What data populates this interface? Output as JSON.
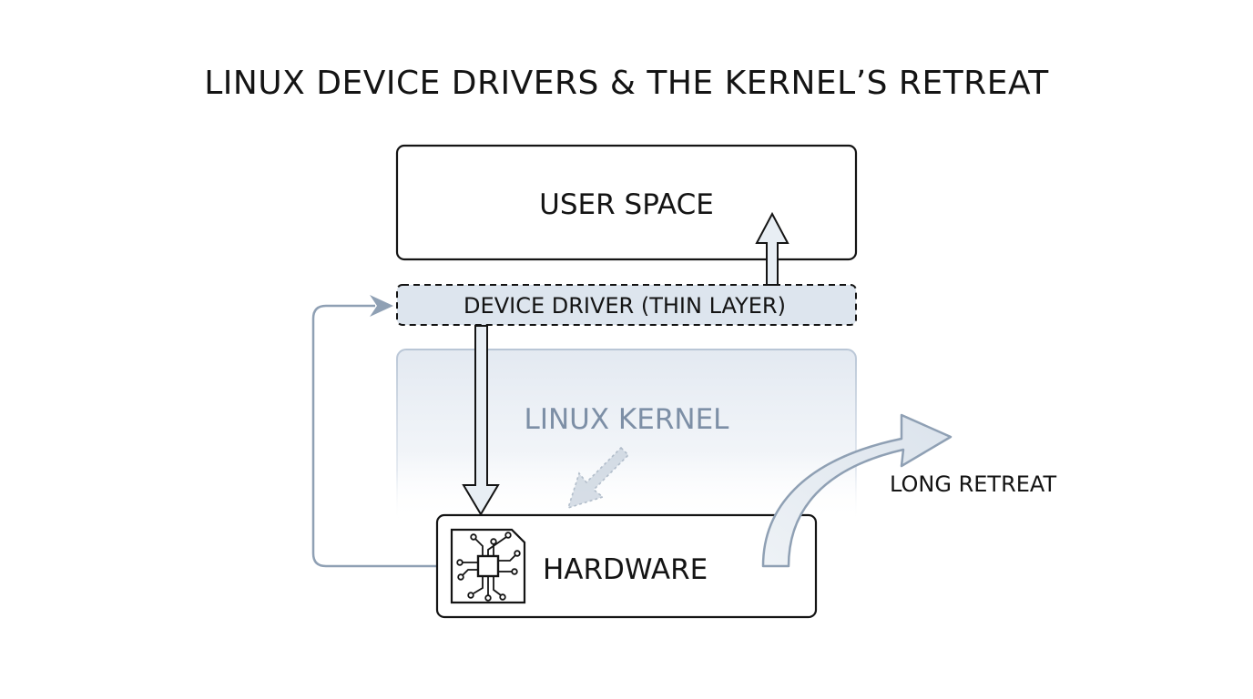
{
  "title": "LINUX DEVICE DRIVERS & THE KERNEL’S RETREAT",
  "layers": {
    "user_space": "USER SPACE",
    "device_driver": "DEVICE DRIVER (THIN LAYER)",
    "kernel": "LINUX KERNEL",
    "hardware": "HARDWARE"
  },
  "annotations": {
    "retreat": "LONG RETREAT"
  },
  "colors": {
    "ink": "#141414",
    "driver_fill": "#dde5ee",
    "kernel_fill": "#e6ecf3",
    "kernel_text": "#7d8fa6",
    "arrow_blue": "#8fa0b4",
    "arrow_fill": "#e8eef4"
  },
  "icons": {
    "hardware": "circuit-chip-icon"
  }
}
